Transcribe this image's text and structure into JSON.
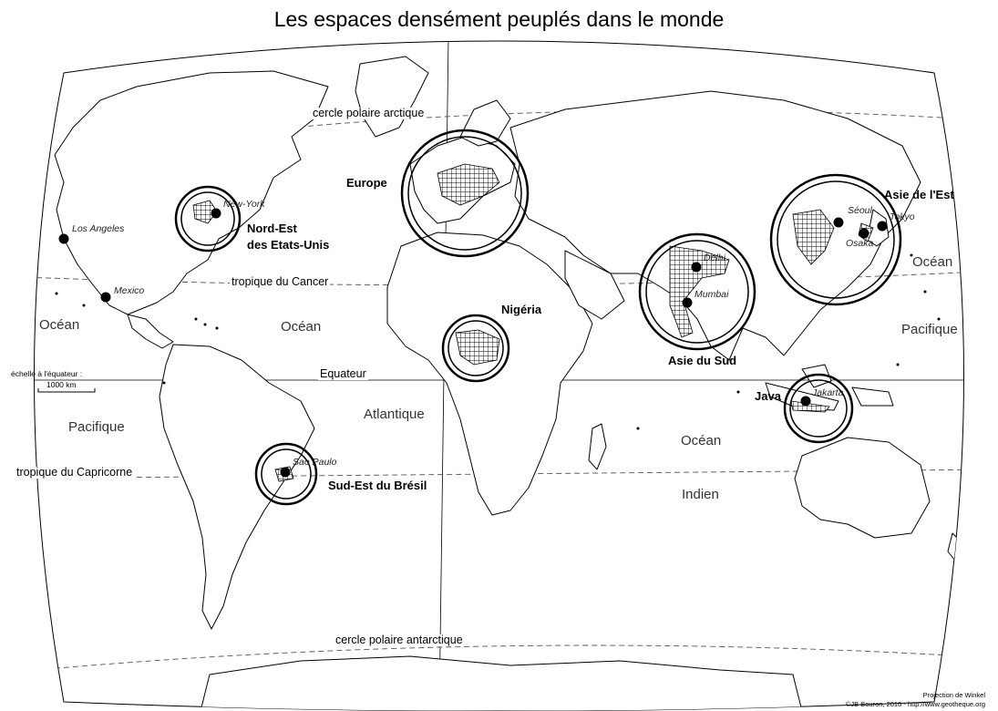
{
  "title": "Les espaces densément peuplés dans le monde",
  "lines": {
    "arctic": "cercle polaire arctique",
    "cancer": "tropique du Cancer",
    "equator": "Equateur",
    "capricorn": "tropique du Capricorne",
    "antarctic": "cercle polaire antarctique"
  },
  "oceans": {
    "pac_w_1": "Océan",
    "pac_w_2": "Pacifique",
    "atl_1": "Océan",
    "atl_2": "Atlantique",
    "ind_1": "Océan",
    "ind_2": "Indien",
    "pac_e_1": "Océan",
    "pac_e_2": "Pacifique"
  },
  "regions": {
    "europe": "Europe",
    "ne_us_1": "Nord-Est",
    "ne_us_2": "des Etats-Unis",
    "nigeria": "Nigéria",
    "south_asia": "Asie du Sud",
    "east_asia": "Asie de l'Est",
    "java": "Java",
    "se_brazil": "Sud-Est du Brésil"
  },
  "cities": {
    "los_angeles": "Los Angeles",
    "new_york": "New-York",
    "mexico": "Mexico",
    "sao_paulo": "Sao Paulo",
    "delhi": "Delhi",
    "mumbai": "Mumbai",
    "seoul": "Séoul",
    "tokyo": "Tokyo",
    "osaka": "Osaka",
    "jakarta": "Jakarta"
  },
  "scale": {
    "caption": "échelle à l'équateur :",
    "value": "1000 km"
  },
  "credits": {
    "projection": "Projection de Winkel",
    "author": "©JB Bouron, 2010 - http://www.geotheque.org"
  }
}
